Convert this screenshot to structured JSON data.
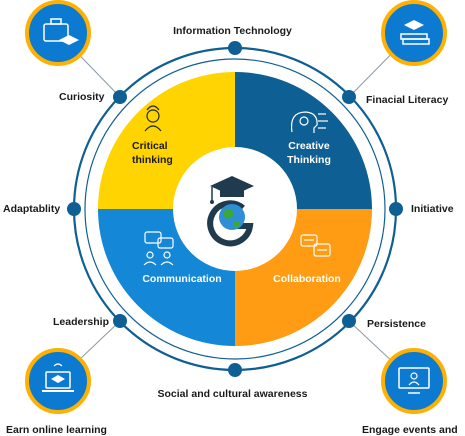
{
  "colors": {
    "ring": "#0e5f93",
    "dot": "#0e5f93",
    "connector": "#8a9aa6",
    "q_critical": "#ffd400",
    "q_creative": "#0e5f93",
    "q_communication": "#1487d6",
    "q_collaboration": "#ff9c13",
    "badge_fill": "#0c7ad1",
    "badge_border": "#ffb000"
  },
  "top_label": "Information Technology",
  "bottom_label": "Social and cultural awareness",
  "side_labels": {
    "curiosity": "Curiosity",
    "financial_literacy": "Finacial Literacy",
    "adaptability": "Adaptablity",
    "initiative": "Initiative",
    "leadership": "Leadership",
    "persistence": "Persistence"
  },
  "quadrants": {
    "critical": {
      "line1": "Critical",
      "line2": "thinking",
      "icon": "person-brain-icon"
    },
    "creative": {
      "line1": "Creative",
      "line2": "Thinking",
      "icon": "gear-head-icon"
    },
    "communication": {
      "label": "Communication",
      "icon": "chat-people-icon"
    },
    "collaboration": {
      "label": "Collaboration",
      "icon": "chat-bubbles-icon"
    }
  },
  "center_icon": "graduation-globe-logo",
  "corner_badges": {
    "top_left": {
      "icon": "briefcase-cap-icon"
    },
    "top_right": {
      "icon": "books-cap-icon"
    },
    "bottom_left": {
      "icon": "laptop-cap-icon",
      "caption": "Earn online learning"
    },
    "bottom_right": {
      "icon": "monitor-video-icon",
      "caption": "Engage events and"
    }
  }
}
